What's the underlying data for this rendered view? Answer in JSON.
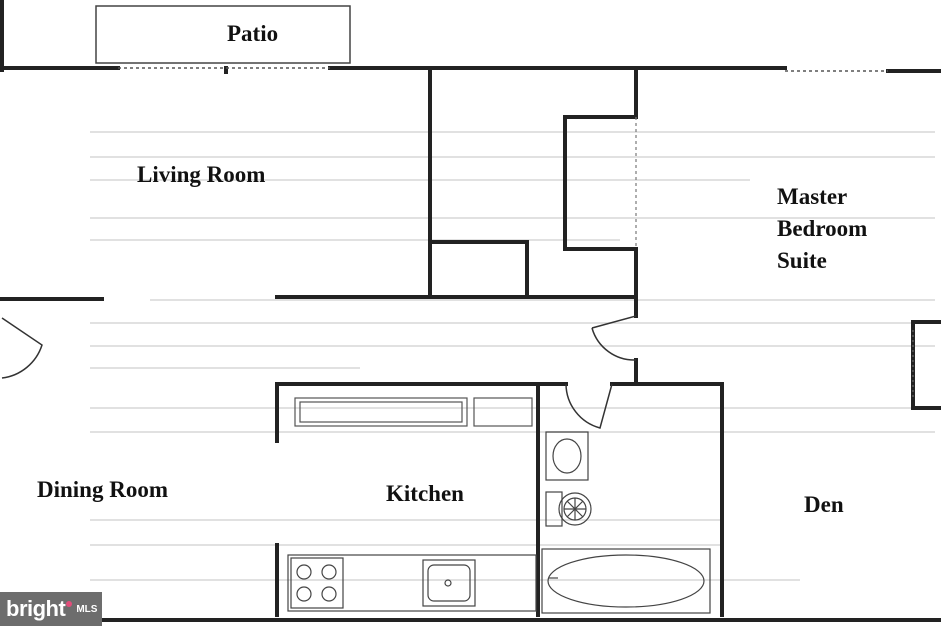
{
  "rooms": {
    "patio": "Patio",
    "living_room": "Living Room",
    "master_bedroom_line1": "Master",
    "master_bedroom_line2": "Bedroom",
    "master_bedroom_line3": "Suite",
    "dining_room": "Dining Room",
    "kitchen": "Kitchen",
    "den": "Den"
  },
  "watermark": {
    "brand": "bright",
    "suffix": "MLS",
    "color": "#6d6d6d",
    "accent": "#e24d7a"
  },
  "colors": {
    "wall": "#222222",
    "fixture": "#444444",
    "ghost_text": "#b8b8b8"
  }
}
